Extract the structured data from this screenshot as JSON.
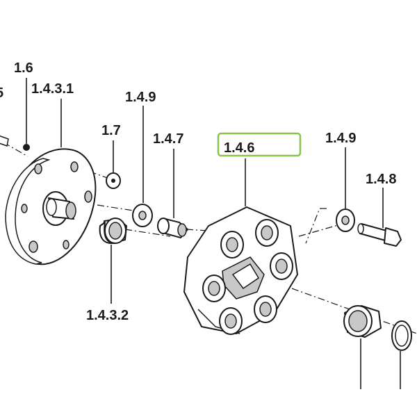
{
  "labels": {
    "l_1_6": "1.6",
    "l_1_4_3_1": "1.4.3.1",
    "l_5": "5",
    "l_1_4_9_left": "1.4.9",
    "l_1_7": "1.7",
    "l_1_4_7": "1.4.7",
    "l_1_4_6": "1.4.6",
    "l_1_4_9_right": "1.4.9",
    "l_1_4_8": "1.4.8",
    "l_1_4_3_2": "1.4.3.2"
  },
  "highlight": {
    "color": "#8bc34a"
  },
  "colors": {
    "line": "#1a1a1a",
    "shade": "#c8c8c8",
    "background": "#ffffff"
  }
}
